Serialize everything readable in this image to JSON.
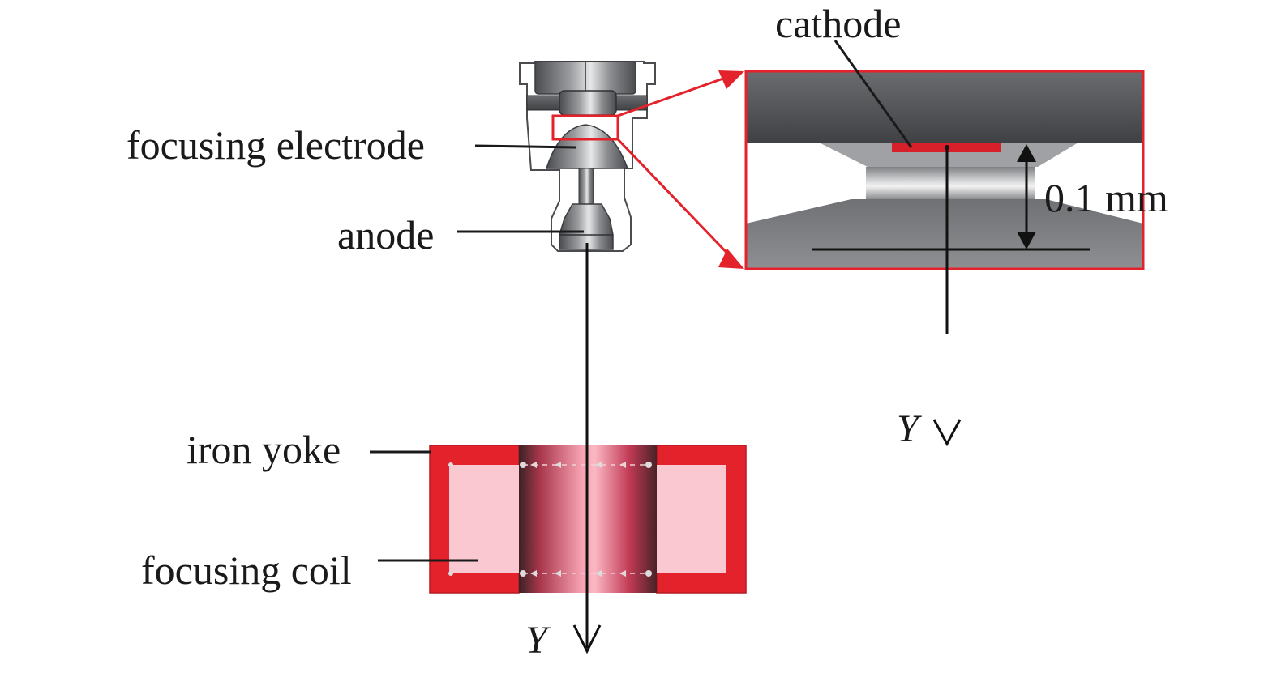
{
  "labels": {
    "cathode": "cathode",
    "focusing_electrode": "focusing electrode",
    "anode": "anode",
    "iron_yoke": "iron yoke",
    "focusing_coil": "focusing coil",
    "gap": "0.1 mm",
    "axis_left": "Y",
    "axis_right": "Y"
  },
  "colors": {
    "highlight_red": "#e3222b",
    "cathode_red": "#d8202a",
    "coil_pink": "#f9c8d0",
    "metal_dark": "#5a5c5f",
    "metal_light": "#c9cbcd"
  }
}
